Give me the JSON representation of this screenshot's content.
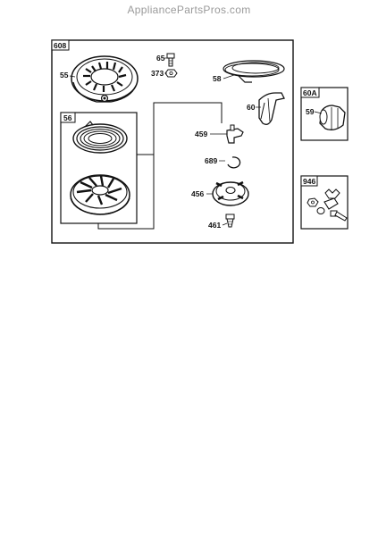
{
  "watermark": "AppliancePartsPros.com",
  "main_box": {
    "tag": "608"
  },
  "sub_box": {
    "tag": "56"
  },
  "box_60a": {
    "tag": "60A",
    "part": "59"
  },
  "box_946": {
    "tag": "946"
  },
  "parts": {
    "p55": "55",
    "p65": "65",
    "p373": "373",
    "p58": "58",
    "p60": "60",
    "p459": "459",
    "p689": "689",
    "p456": "456",
    "p461": "461"
  }
}
